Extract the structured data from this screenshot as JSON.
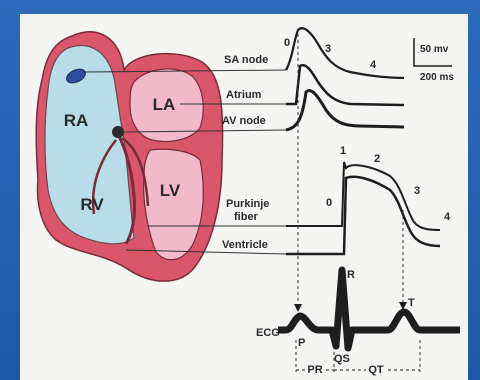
{
  "chambers": {
    "ra": "RA",
    "la": "LA",
    "rv": "RV",
    "lv": "LV"
  },
  "traces": {
    "sa_node": "SA node",
    "atrium": "Atrium",
    "av_node": "AV node",
    "purkinje_line1": "Purkinje",
    "purkinje_line2": "fiber",
    "ventricle": "Ventricle",
    "ecg": "ECG"
  },
  "phases": {
    "sa_0": "0",
    "sa_3": "3",
    "sa_4": "4",
    "p_1": "1",
    "p_2": "2",
    "p_0": "0",
    "p_3": "3",
    "p_4": "4"
  },
  "scale": {
    "voltage": "50 mv",
    "time": "200 ms"
  },
  "ecg_waves": {
    "p": "P",
    "r": "R",
    "qs": "QS",
    "t": "T"
  },
  "intervals": {
    "pr": "PR",
    "qt": "QT"
  },
  "colors": {
    "background_blue": "#2a63b0",
    "panel": "#f4f4f2",
    "heart_outer": "#d9566b",
    "right_chambers": "#b8dde8",
    "left_chambers": "#f2b9cb",
    "sa_node": "#2b4f9e",
    "traces": "#1e1e1e"
  }
}
